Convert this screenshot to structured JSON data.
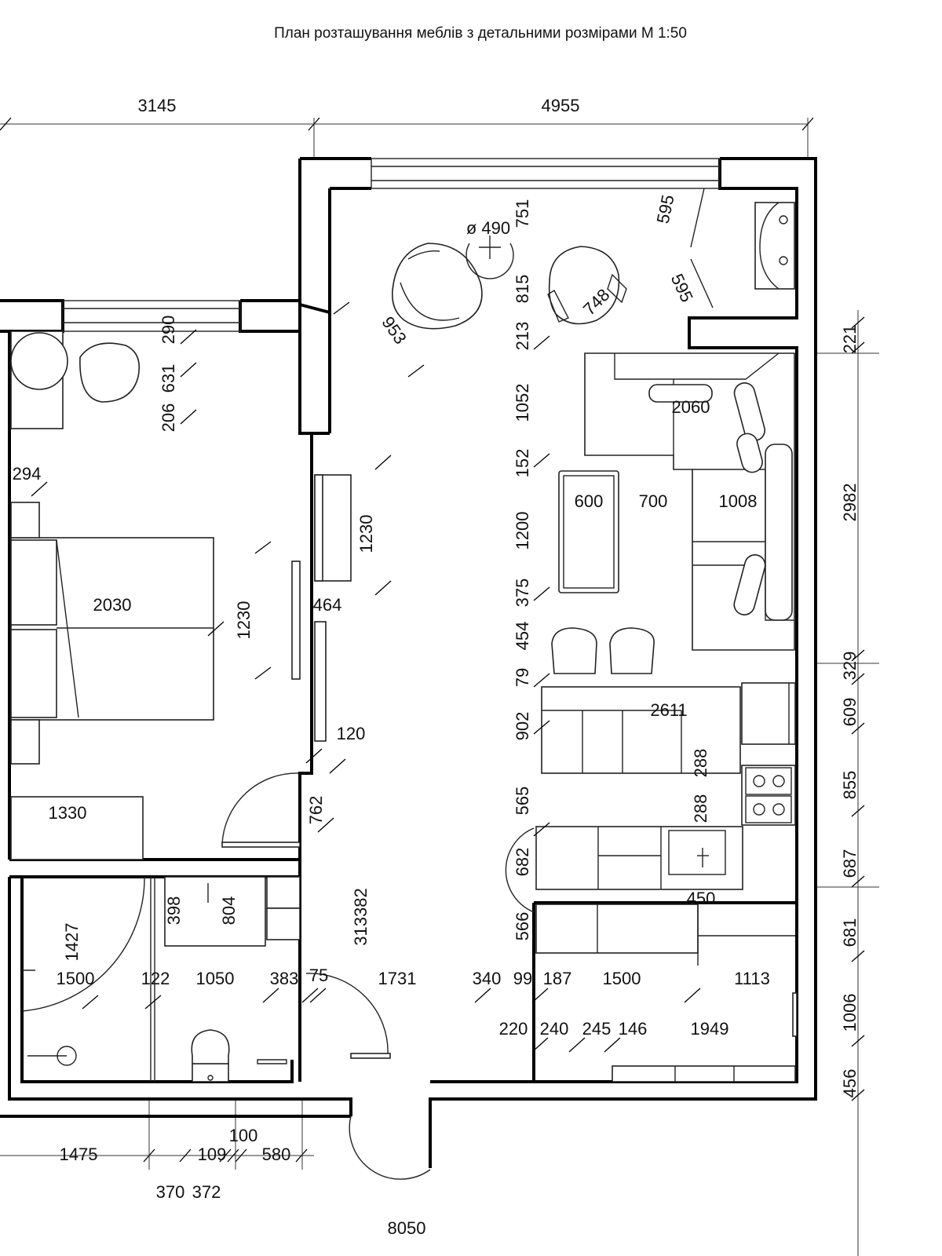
{
  "title": "План розташування меблів з детальними розмірами М 1:50",
  "dimensions": {
    "top_left": "3145",
    "top_right": "4955",
    "total_bottom": "8050",
    "right_221": "221",
    "right_2982": "2982",
    "right_329": "329",
    "right_609": "609",
    "right_855": "855",
    "right_687": "687",
    "right_681": "681",
    "right_1006": "1006",
    "right_456": "456",
    "living_751": "751",
    "living_815": "815",
    "living_213": "213",
    "living_1052": "1052",
    "living_152": "152",
    "living_1200": "1200",
    "living_375": "375",
    "living_454": "454",
    "living_79": "79",
    "kitchen_902": "902",
    "kitchen_565": "565",
    "kitchen_682": "682",
    "kitchen_566": "566",
    "chair_diameter": "ø 490",
    "chair_953": "953",
    "chair_748": "748",
    "wardrobe_595_top": "595",
    "wardrobe_595_bottom": "595",
    "sofa_2060": "2060",
    "sofa_1008": "1008",
    "table_600": "600",
    "table_700": "700",
    "tv_1230": "1230",
    "bed_2030": "2030",
    "bed_1230": "1230",
    "wall_464": "464",
    "wall_120": "120",
    "door_762": "762",
    "dressing_1330": "1330",
    "vanity_290": "290",
    "vanity_631": "631",
    "vanity_206": "206",
    "left_294": "294",
    "counter_2611": "2611",
    "hob_288_top": "288",
    "hob_288_bottom": "288",
    "sink_450": "450",
    "bath_1427": "1427",
    "bath_398": "398",
    "bath_804": "804",
    "bath_313382": "313382",
    "row_1500_left": "1500",
    "row_122": "122",
    "row_1050": "1050",
    "row_383": "383",
    "row_75": "75",
    "row_1731": "1731",
    "row_340": "340",
    "row_99": "99",
    "row_187": "187",
    "row_1500_right": "1500",
    "row_1113": "1113",
    "row2_220": "220",
    "row2_240": "240",
    "row2_245": "245",
    "row2_146": "146",
    "row2_1949": "1949",
    "bottom_1475": "1475",
    "bottom_100": "100",
    "bottom_109": "109",
    "bottom_580": "580",
    "bottom_370": "370",
    "bottom_372": "372"
  },
  "colors": {
    "line": "#000000",
    "background": "#ffffff"
  }
}
